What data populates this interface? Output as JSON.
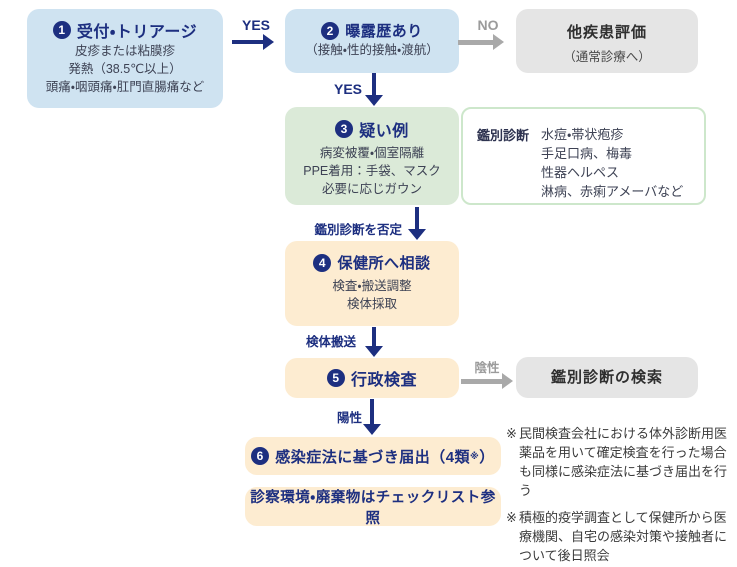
{
  "flow": {
    "box1": {
      "num": "1",
      "title": "受付・トリアージ",
      "lines": [
        "皮疹または粘膜疹",
        "発熱（38.5℃以上）",
        "頭痛・咽頭痛・肛門直腸痛など"
      ]
    },
    "box2": {
      "num": "2",
      "title": "曝露歴あり",
      "subtitle": "（接触・性的接触・渡航）"
    },
    "other_eval": {
      "title": "他疾患評価",
      "subtitle": "（通常診療へ）"
    },
    "box3": {
      "num": "3",
      "title": "疑い例",
      "lines": [
        "病変被覆・個室隔離",
        "PPE着用：手袋、マスク",
        "必要に応じガウン"
      ]
    },
    "ddx": {
      "label": "鑑別診断",
      "lines": [
        "水痘・帯状疱疹",
        "手足口病、梅毒",
        "性器ヘルペス",
        "淋病、赤痢アメーバなど"
      ]
    },
    "box4": {
      "num": "4",
      "title": "保健所へ相談",
      "lines": [
        "検査・搬送調整",
        "検体採取"
      ]
    },
    "box5": {
      "num": "5",
      "title": "行政検査"
    },
    "ddx_search": {
      "title": "鑑別診断の検索"
    },
    "box6": {
      "num": "6",
      "title_pre": "感染症法に基づき届出（4類",
      "sup": "※",
      "title_post": "）"
    },
    "box7": {
      "title": "診察環境・廃棄物はチェックリスト参照"
    }
  },
  "connectors": {
    "yes1": "YES",
    "no": "NO",
    "yes2": "YES",
    "deny": "鑑別診断を否定",
    "transport": "検体搬送",
    "negative": "陰性",
    "positive": "陽性"
  },
  "notes": [
    {
      "marker": "※",
      "text": "民間検査会社における体外診断用医薬品を用いて確定検査を行った場合も同様に感染症法に基づき届出を行う"
    },
    {
      "marker": "※",
      "text": "積極的疫学調査として保健所から医療機関、自宅の感染対策や接触者について後日照会"
    }
  ],
  "colors": {
    "navy": "#1d2f80",
    "light_blue": "#cfe3f1",
    "light_green": "#dbead8",
    "ddx_border": "#cde7cb",
    "light_orange": "#fdecd1",
    "light_gray": "#e5e5e5",
    "gray_label": "#9b9b9b",
    "gray_arrow": "#a9a9a9",
    "body_text": "#3d4254"
  }
}
